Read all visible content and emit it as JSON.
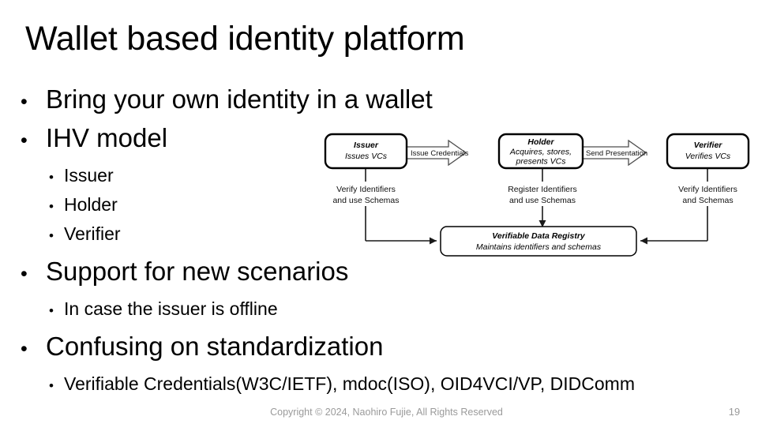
{
  "slide": {
    "title": "Wallet based identity platform",
    "page_number": "19",
    "copyright": "Copyright © 2024, Naohiro Fujie, All Rights Reserved",
    "bullet_glyph": "•"
  },
  "bullets": [
    {
      "level": 1,
      "text": "Bring your own identity in a wallet"
    },
    {
      "level": 1,
      "text": "IHV model"
    },
    {
      "level": 2,
      "text": "Issuer"
    },
    {
      "level": 2,
      "text": "Holder"
    },
    {
      "level": 2,
      "text": "Verifier"
    },
    {
      "level": 1,
      "text": "Support for new scenarios"
    },
    {
      "level": 2,
      "text": "In case the issuer is offline"
    },
    {
      "level": 1,
      "text": "Confusing on standardization"
    },
    {
      "level": 2,
      "text": "Verifiable Credentials(W3C/IETF), mdoc(ISO), OID4VCI/VP, DIDComm"
    }
  ],
  "diagram": {
    "nodes": {
      "issuer": {
        "title": "Issuer",
        "subtitle": "Issues VCs"
      },
      "holder": {
        "title": "Holder",
        "subtitle_line1": "Acquires, stores,",
        "subtitle_line2": "presents VCs"
      },
      "verifier": {
        "title": "Verifier",
        "subtitle": "Verifies VCs"
      },
      "registry": {
        "title": "Verifiable Data Registry",
        "subtitle": "Maintains identifiers and schemas"
      }
    },
    "edges": {
      "issue_credentials": "Issue Credentials",
      "send_presentation": "Send Presentation",
      "issuer_to_registry_line1": "Verify Identifiers",
      "issuer_to_registry_line2": "and use Schemas",
      "holder_to_registry_line1": "Register Identifiers",
      "holder_to_registry_line2": "and use Schemas",
      "verifier_to_registry_line1": "Verify Identifiers",
      "verifier_to_registry_line2": "and Schemas"
    }
  },
  "colors": {
    "text": "#000000",
    "footer": "#9a9a9a",
    "stroke": "#000000",
    "arrow_stroke": "#555555",
    "background": "#ffffff"
  }
}
